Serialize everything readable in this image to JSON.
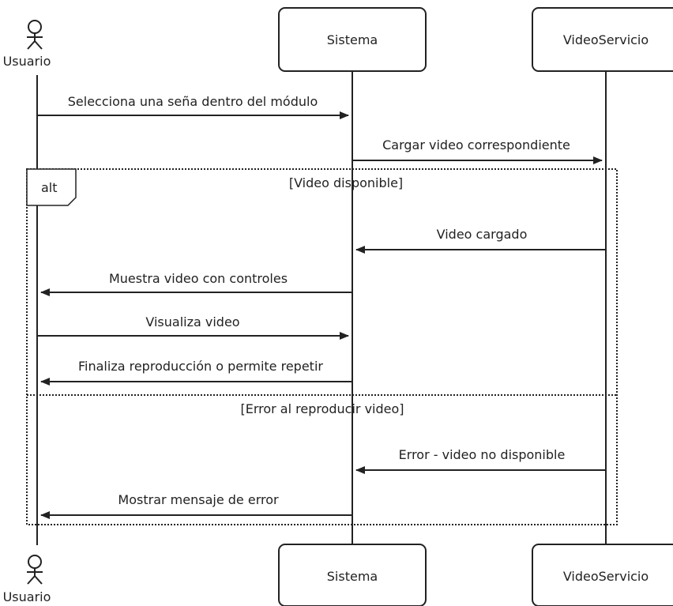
{
  "participants": {
    "usuario": "Usuario",
    "sistema": "Sistema",
    "videoservicio": "VideoServicio"
  },
  "messages": [
    "Selecciona una seña dentro del módulo",
    "Cargar video correspondiente",
    "Video cargado",
    "Muestra video con controles",
    "Visualiza video",
    "Finaliza reproducción o permite repetir",
    "Error - video no disponible",
    "Mostrar mensaje de error"
  ],
  "alt": {
    "keyword": "alt",
    "condition_1": "[Video disponible]",
    "condition_2": "[Error al reproducir video]"
  }
}
